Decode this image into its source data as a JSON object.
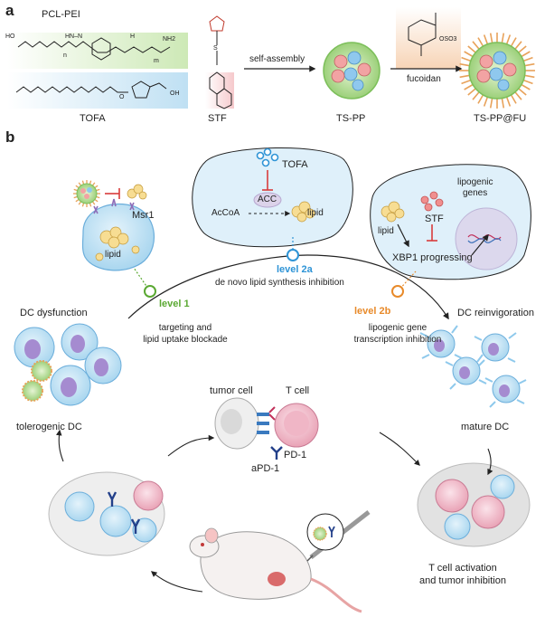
{
  "panel_a": {
    "label": "a",
    "pcl_pei": "PCL-PEI",
    "tofa": "TOFA",
    "stf": "STF",
    "self_assembly": "self-assembly",
    "ts_pp": "TS-PP",
    "fucoidan": "fucoidan",
    "ts_pp_fu": "TS-PP@FU",
    "chem": {
      "ho": "HO",
      "n": "n",
      "m": "m",
      "hnn": "HN–N",
      "h": "H",
      "nh2": "NH2",
      "oh": "OH",
      "o": "O",
      "s": "S",
      "oso3": "OSO3"
    }
  },
  "panel_b": {
    "label": "b",
    "tofa": "TOFA",
    "acc": "ACC",
    "acoa": "AcCoA",
    "lipid_top": "lipid",
    "msr1": "Msr1",
    "lipid_left": "lipid",
    "lipid_right": "lipid",
    "stf": "STF",
    "lipogenic_genes_1": "lipogenic",
    "lipogenic_genes_2": "genes",
    "xbp1": "XBP1 progressing",
    "level1": "level 1",
    "level2a": "level 2a",
    "level2b": "level 2b",
    "level1_desc_1": "targeting and",
    "level1_desc_2": "lipid uptake blockade",
    "level2a_desc": "de novo lipid synthesis inhibition",
    "level2b_desc_1": "lipogenic gene",
    "level2b_desc_2": "transcription inhibition",
    "dc_dysfunction": "DC dysfunction",
    "dc_reinvigoration": "DC reinvigoration",
    "tolerogenic_dc": "tolerogenic DC",
    "mature_dc": "mature DC",
    "tumor_cell": "tumor cell",
    "t_cell": "T cell",
    "pd1": "PD-1",
    "apd1": "aPD-1",
    "t_activation_1": "T cell activation",
    "t_activation_2": "and tumor inhibition"
  }
}
